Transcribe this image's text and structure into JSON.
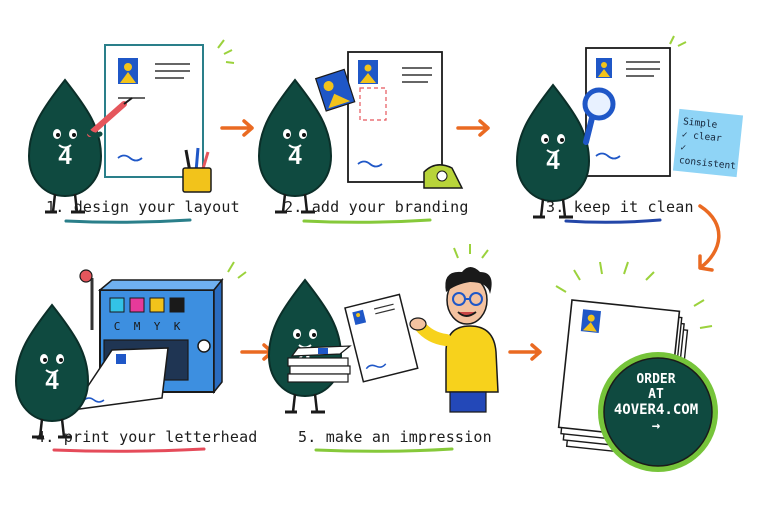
{
  "steps": [
    {
      "label": "1. design your layout",
      "underline_color": "#2a7f8a"
    },
    {
      "label": "2. add your branding",
      "underline_color": "#86c93a"
    },
    {
      "label": "3. keep it clean",
      "underline_color": "#2346a8"
    },
    {
      "label": "4. print your letterhead",
      "underline_color": "#e54b5a"
    },
    {
      "label": "5. make an impression",
      "underline_color": "#86c93a"
    }
  ],
  "mascot": {
    "number": "4"
  },
  "sticky_note": {
    "line1": "Simple",
    "line2": "✓ clear",
    "line3": "✓ consistent"
  },
  "printer": {
    "ink_labels": [
      "C",
      "M",
      "Y",
      "K"
    ]
  },
  "order_badge": {
    "line1": "ORDER",
    "line2": "AT",
    "line3": "4OVER4.COM",
    "arrow": "→"
  },
  "colors": {
    "mascot": "#0f4a40",
    "arrow": "#ea6a22",
    "brand_blue": "#1f57c7",
    "brand_yellow": "#f2c31b",
    "badge": "#0f4a40",
    "badge_ring": "#76c43a"
  }
}
